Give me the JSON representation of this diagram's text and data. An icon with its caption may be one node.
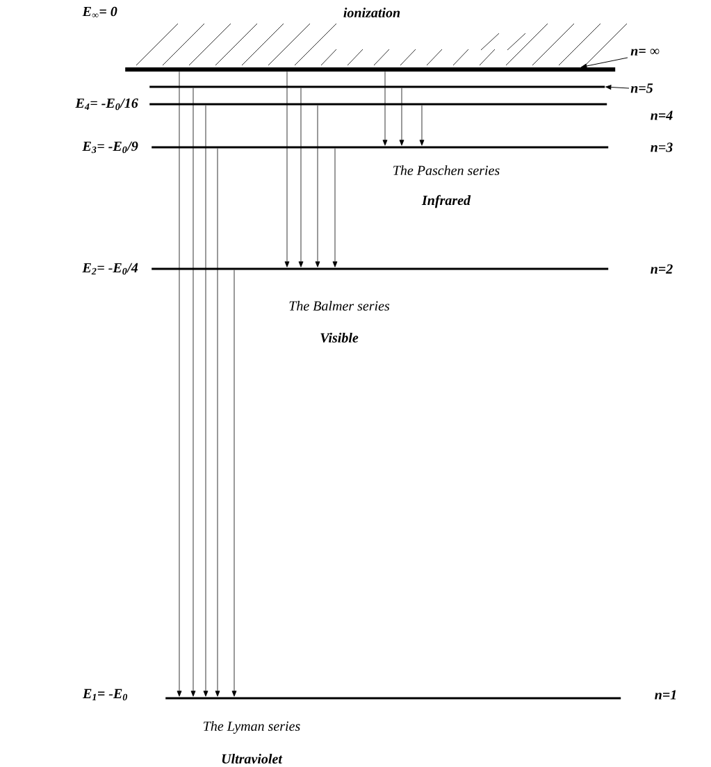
{
  "diagram": {
    "nodes": [
      {
        "text": [],
        "shape": "bar",
        "beside": [
          "E$_{∞}$= 0"
        ]
      },
      {
        "text": [],
        "shape": "bar"
      },
      {
        "text": [],
        "shape": "bar",
        "beside": [
          "E$_{4}$= -E$_{0}$/16"
        ]
      },
      {
        "text": [],
        "shape": "bar",
        "beside": [
          "E$_{3}$= -E$_{0}$/9"
        ]
      },
      {
        "text": [],
        "shape": "bar",
        "beside": [
          "E$_{2}$= -E$_{0}$/4"
        ]
      },
      {
        "text": [],
        "shape": "bar",
        "beside": [
          "E$_{1}$= -E$_{0}$"
        ]
      },
      {
        "text": [
          "n= ∞"
        ]
      },
      {
        "text": [
          "n=5"
        ]
      }
    ],
    "edges": [
      {
        "from": 0,
        "to": 5,
        "arrow": "to"
      },
      {
        "from": 1,
        "to": 5,
        "arrow": "to"
      },
      {
        "from": 2,
        "to": 5,
        "arrow": "to"
      },
      {
        "from": 3,
        "to": 5,
        "arrow": "to"
      },
      {
        "from": 4,
        "to": 5,
        "arrow": "to"
      },
      {
        "from": 0,
        "to": 4,
        "arrow": "to"
      },
      {
        "from": 1,
        "to": 4,
        "arrow": "to"
      },
      {
        "from": 2,
        "to": 4,
        "arrow": "to"
      },
      {
        "from": 3,
        "to": 4,
        "arrow": "to"
      },
      {
        "from": 0,
        "to": 3,
        "arrow": "to"
      },
      {
        "from": 1,
        "to": 3,
        "arrow": "to"
      },
      {
        "from": 2,
        "to": 3,
        "arrow": "to"
      },
      {
        "from": 6,
        "to": 0,
        "arrow": "to"
      },
      {
        "from": 7,
        "to": 1,
        "arrow": "to"
      }
    ],
    "labels": [
      "ionization",
      "n=4",
      "n=3",
      "The Paschen series",
      "Infrared",
      "n=2",
      "The Balmer series",
      "Visible",
      "n=1",
      "The Lyman series",
      "Ultraviolet"
    ]
  }
}
